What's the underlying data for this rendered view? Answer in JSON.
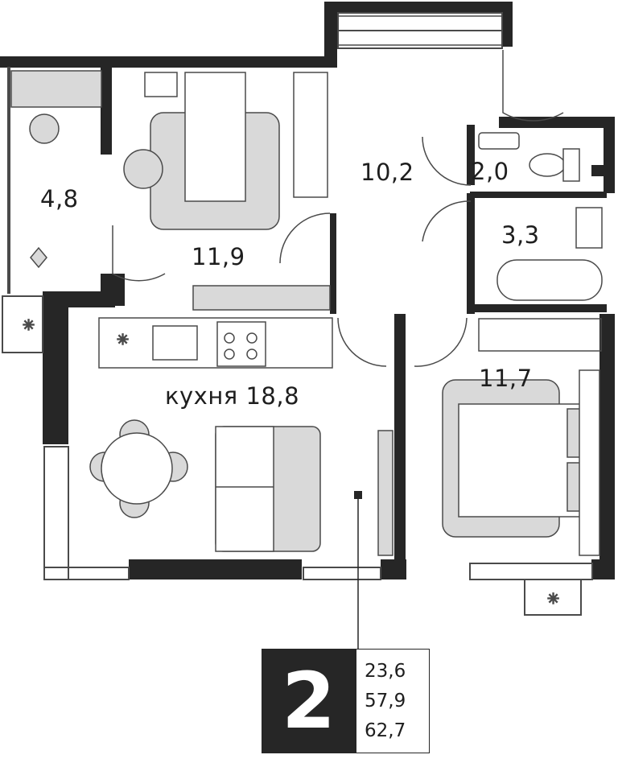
{
  "rooms": {
    "loggia": "4,8",
    "bedroom1": "11,9",
    "hall": "10,2",
    "wc": "2,0",
    "bath": "3,3",
    "kitchen": "кухня 18,8",
    "bedroom2": "11,7"
  },
  "summary": {
    "rooms_count": "2",
    "living_area": "23,6",
    "total_area": "57,9",
    "area_with_balcony": "62,7"
  },
  "colors": {
    "wall": "#262626",
    "furniture_fill": "#d9d9d9",
    "line": "#4a4a4a"
  }
}
